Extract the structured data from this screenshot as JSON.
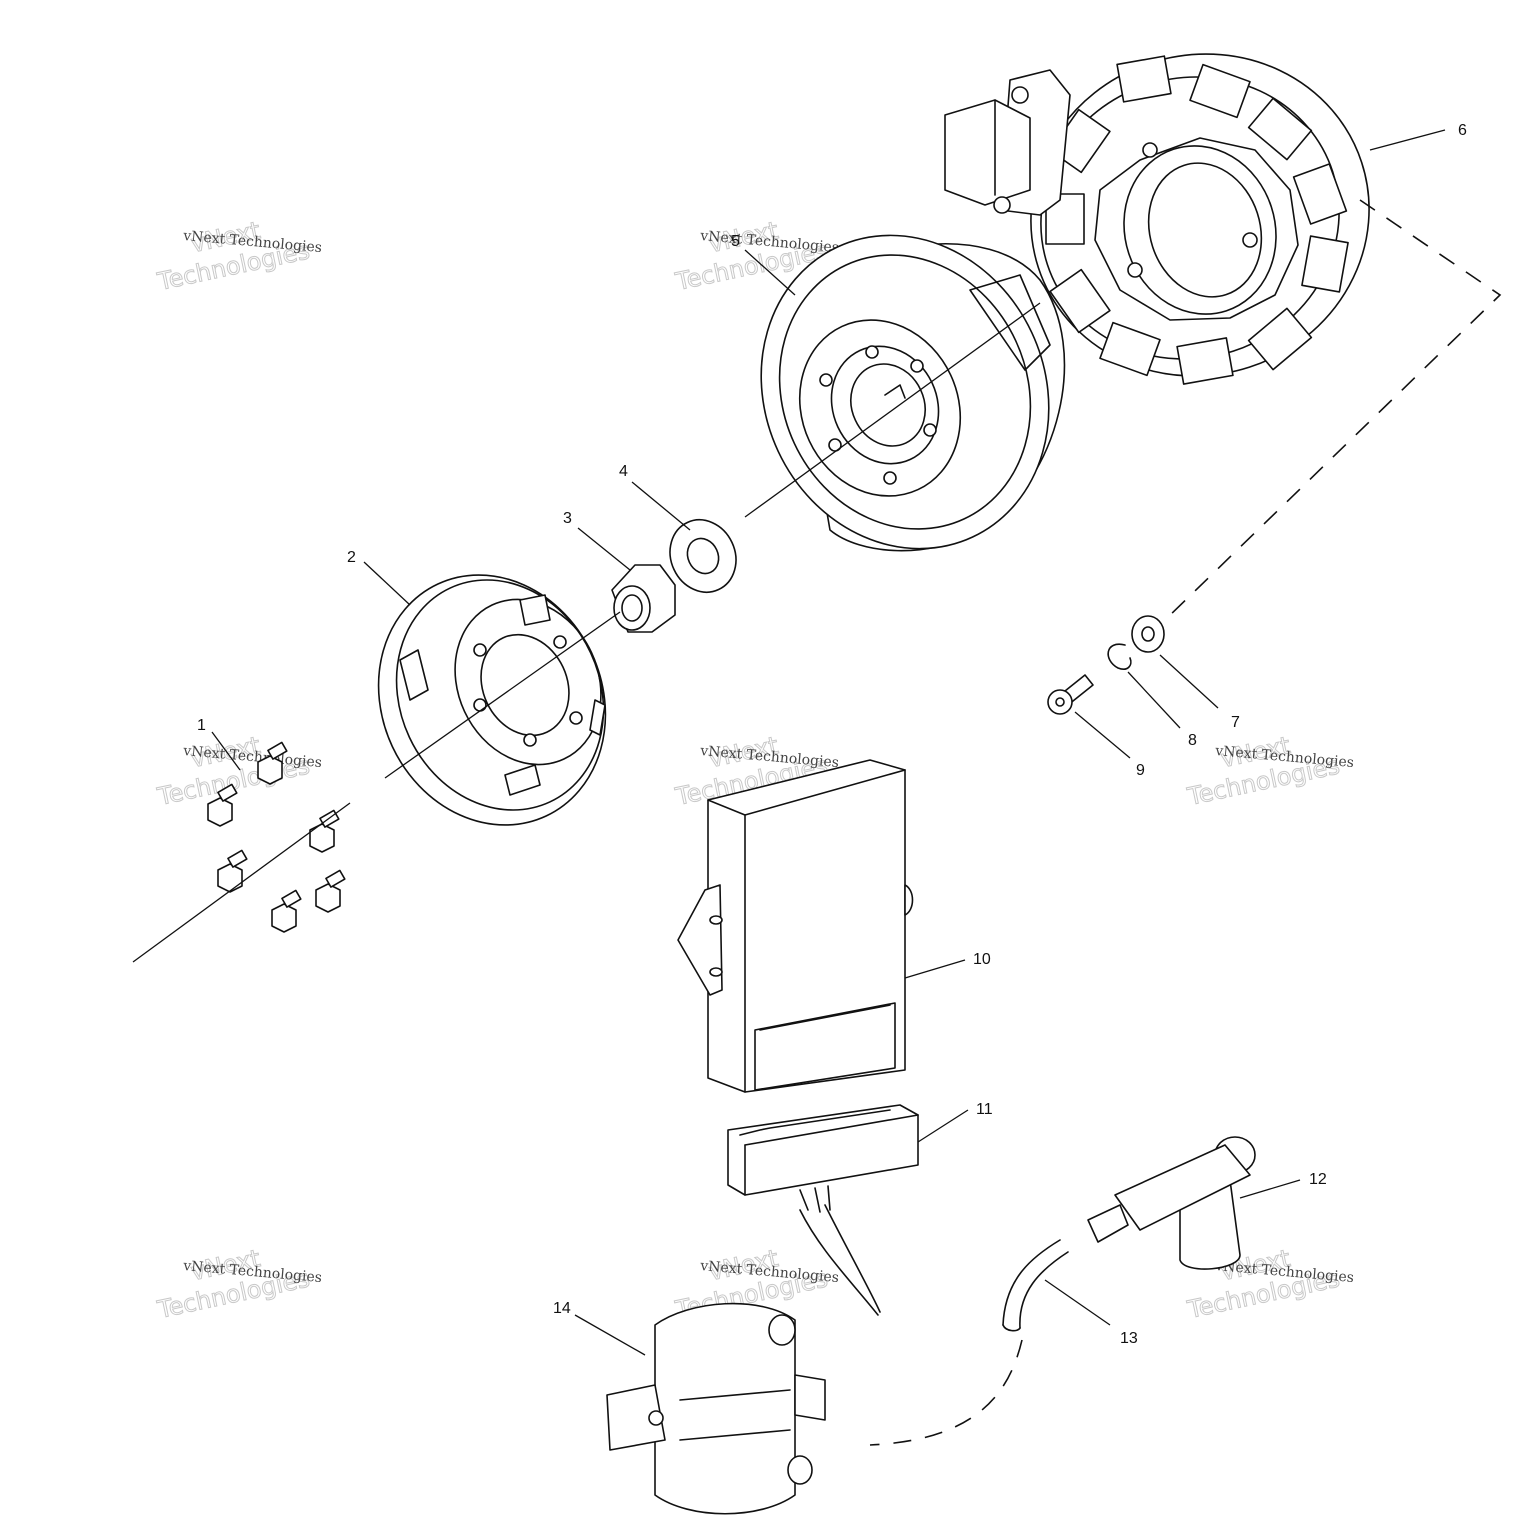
{
  "diagram": {
    "callouts": [
      {
        "id": "1",
        "label": "1"
      },
      {
        "id": "2",
        "label": "2"
      },
      {
        "id": "3",
        "label": "3"
      },
      {
        "id": "4",
        "label": "4"
      },
      {
        "id": "5",
        "label": "5"
      },
      {
        "id": "6",
        "label": "6"
      },
      {
        "id": "7",
        "label": "7"
      },
      {
        "id": "8",
        "label": "8"
      },
      {
        "id": "9",
        "label": "9"
      },
      {
        "id": "10",
        "label": "10"
      },
      {
        "id": "11",
        "label": "11"
      },
      {
        "id": "12",
        "label": "12"
      },
      {
        "id": "13",
        "label": "13"
      },
      {
        "id": "14",
        "label": "14"
      }
    ]
  },
  "watermark": {
    "line1": "vNext",
    "line2": "Technologies",
    "small": "vNext Technologies"
  }
}
